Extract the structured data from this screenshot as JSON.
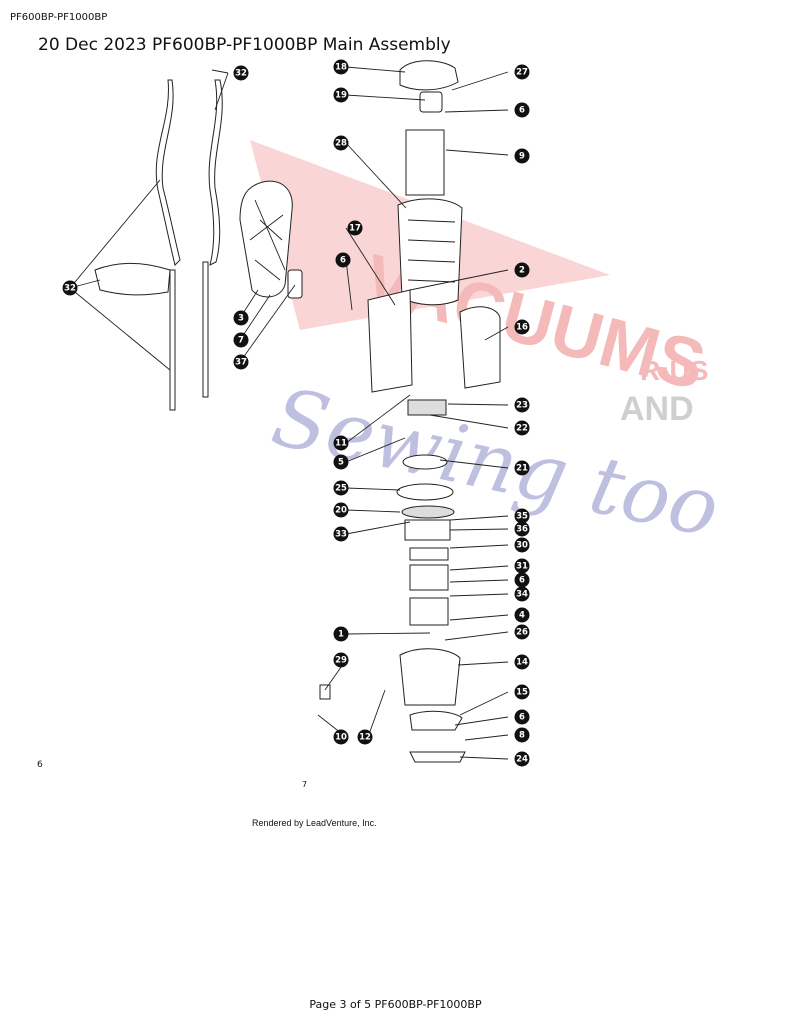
{
  "header": {
    "doc_id": "PF600BP-PF1000BP"
  },
  "title": "20 Dec 2023 PF600BP-PF1000BP Main Assembly",
  "diagram": {
    "page_marker": "7",
    "side_mark": "6",
    "rendered_by": "Rendered by LeadVenture, Inc.",
    "watermark": {
      "line1": "VACUUMS",
      "line2": "R-US",
      "line3": "AND",
      "line4": "Sewing too"
    },
    "callouts": [
      "18",
      "27",
      "19",
      "6",
      "28",
      "9",
      "17",
      "6",
      "2",
      "16",
      "32",
      "32",
      "3",
      "7",
      "37",
      "23",
      "11",
      "22",
      "5",
      "21",
      "25",
      "20",
      "35",
      "33",
      "36",
      "30",
      "31",
      "6",
      "34",
      "4",
      "1",
      "26",
      "29",
      "14",
      "15",
      "6",
      "10",
      "12",
      "8",
      "24"
    ]
  },
  "footer": {
    "text": "Page 3 of 5 PF600BP-PF1000BP"
  }
}
